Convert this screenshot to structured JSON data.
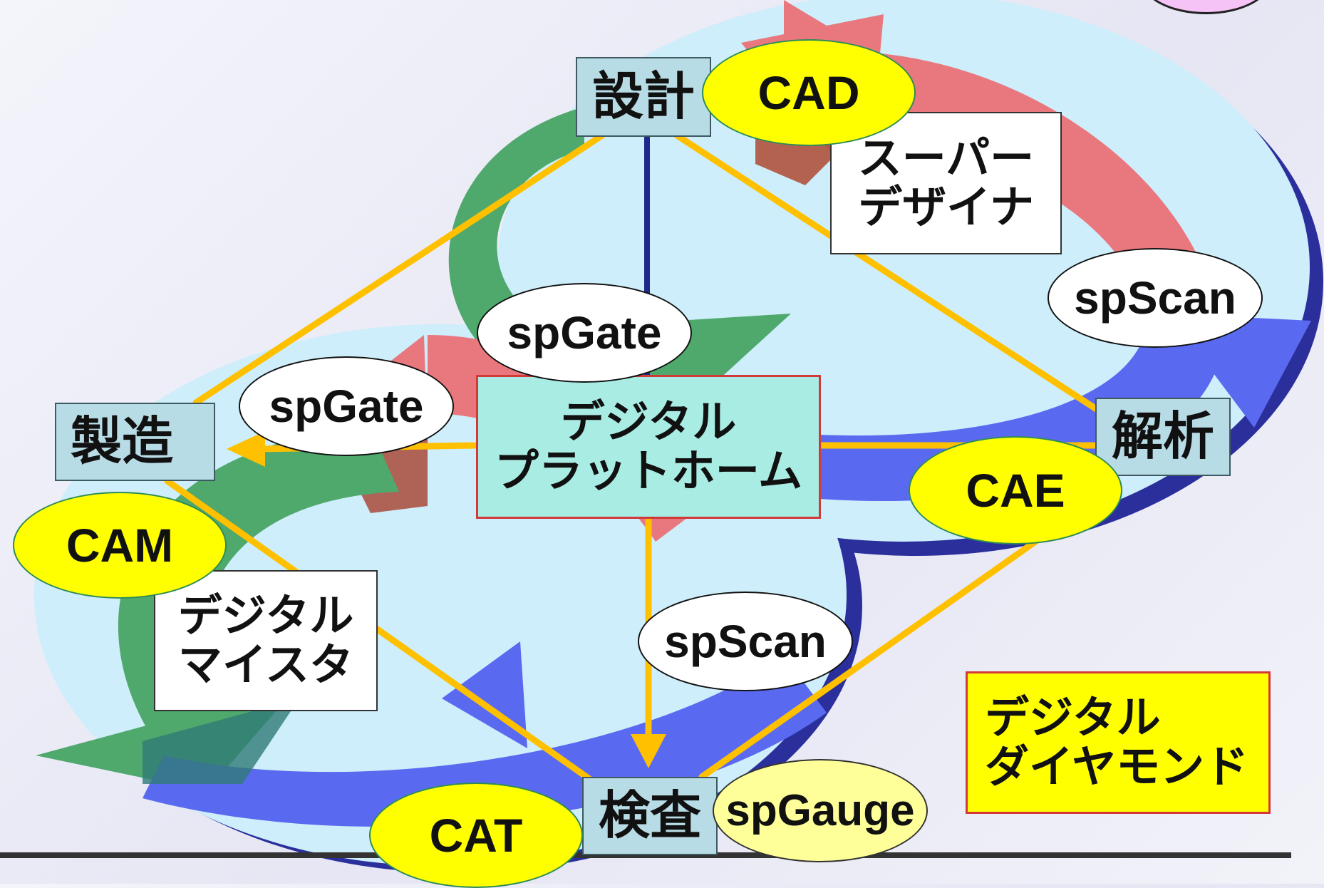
{
  "nodes": {
    "design": "設計",
    "manufacture": "製造",
    "analysis": "解析",
    "inspection": "検査"
  },
  "center": {
    "line1": "デジタル",
    "line2": "プラットホーム"
  },
  "tools": {
    "cad": "CAD",
    "cam": "CAM",
    "cae": "CAE",
    "cat": "CAT"
  },
  "modules": {
    "spgate_top": "spGate",
    "spgate_left": "spGate",
    "spscan_right": "spScan",
    "spscan_bottom": "spScan",
    "spgauge": "spGauge"
  },
  "labels": {
    "super_designer": [
      "スーパー",
      "デザイナ"
    ],
    "digital_meister": [
      "デジタル",
      "マイスタ"
    ]
  },
  "legend": [
    "デジタル",
    "ダイヤモンド"
  ],
  "colors": {
    "ring_light_blue": "#cdeefa",
    "arrow_red": "#e8787e",
    "arrow_green": "#4fa86c",
    "arrow_blue": "#5a6af0",
    "diamond_lines": "#ffc000",
    "node_fill": "#b8dce6",
    "center_fill": "#a9ece3",
    "highlight_yellow": "#ffff00"
  }
}
